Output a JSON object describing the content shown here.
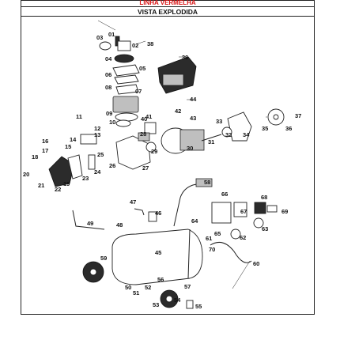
{
  "header": {
    "line_name": "LINHA VERMELHA",
    "view_title": "VISTA EXPLODIDA"
  },
  "part_numbers": [
    "01",
    "02",
    "03",
    "04",
    "05",
    "06",
    "07",
    "08",
    "09",
    "10",
    "11",
    "12",
    "13",
    "14",
    "15",
    "16",
    "17",
    "18",
    "19",
    "20",
    "21",
    "22",
    "23",
    "24",
    "25",
    "26",
    "27",
    "28",
    "29",
    "30",
    "31",
    "32",
    "33",
    "34",
    "35",
    "36",
    "37",
    "38",
    "39",
    "40",
    "41",
    "42",
    "43",
    "44",
    "45",
    "46",
    "47",
    "48",
    "49",
    "50",
    "51",
    "52",
    "53",
    "54",
    "55",
    "56",
    "57",
    "58",
    "59",
    "60",
    "61",
    "62",
    "63",
    "64",
    "65",
    "66",
    "67",
    "68",
    "69",
    "70"
  ]
}
